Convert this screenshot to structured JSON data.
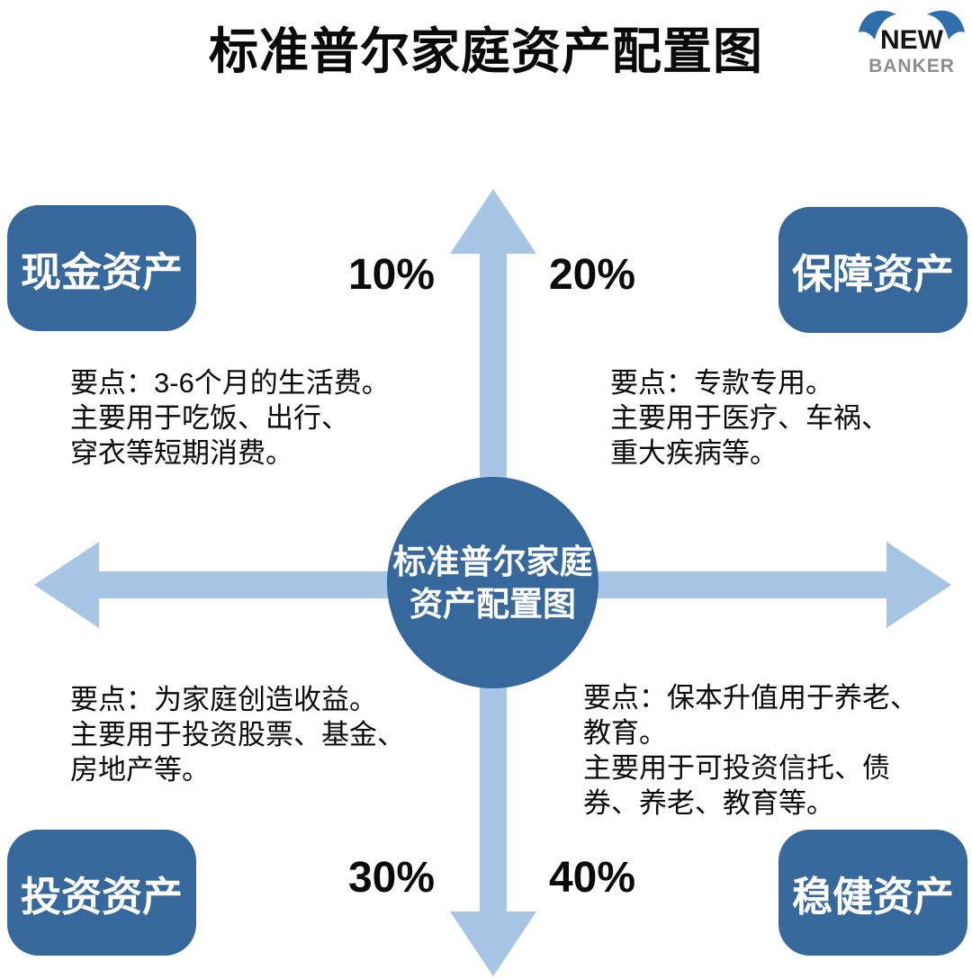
{
  "title": "标准普尔家庭资产配置图",
  "logo": {
    "name": "NEW BANKER",
    "line1": "NEW",
    "line2": "BANKER"
  },
  "center_circle": {
    "line1": "标准普尔家庭",
    "line2": "资产配置图"
  },
  "quadrants": {
    "top_left": {
      "label": "现金资产",
      "percent": "10%",
      "description": "要点：3-6个月的生活费。\n主要用于吃饭、出行、\n穿衣等短期消费。"
    },
    "top_right": {
      "label": "保障资产",
      "percent": "20%",
      "description": "要点：专款专用。\n主要用于医疗、车祸、\n重大疾病等。"
    },
    "bottom_left": {
      "label": "投资资产",
      "percent": "30%",
      "description": "要点：为家庭创造收益。\n主要用于投资股票、基金、\n房地产等。"
    },
    "bottom_right": {
      "label": "稳健资产",
      "percent": "40%",
      "description": "要点：保本升值用于养老、\n教育。\n主要用于可投资信托、债\n券、养老、教育等。"
    }
  },
  "colors": {
    "box_blue": "#36689B",
    "arrow_light_blue": "#A7C5E5",
    "horn_blue": "#2E6EAB",
    "text_black": "#0A0A0A",
    "banker_gray": "#8E8E8E",
    "label_white": "#FFFFFF"
  }
}
